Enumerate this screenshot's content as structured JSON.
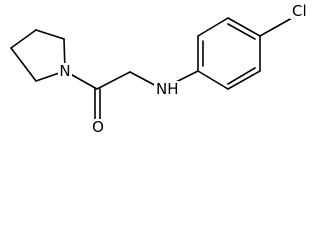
{
  "molecule": {
    "atoms": {
      "ring_nitrogen": "N",
      "carbonyl_oxygen": "O",
      "amine": "NH",
      "chlorine": "Cl"
    },
    "colors": {
      "bond": "#000000",
      "label": "#000000",
      "background": "#ffffff"
    }
  }
}
